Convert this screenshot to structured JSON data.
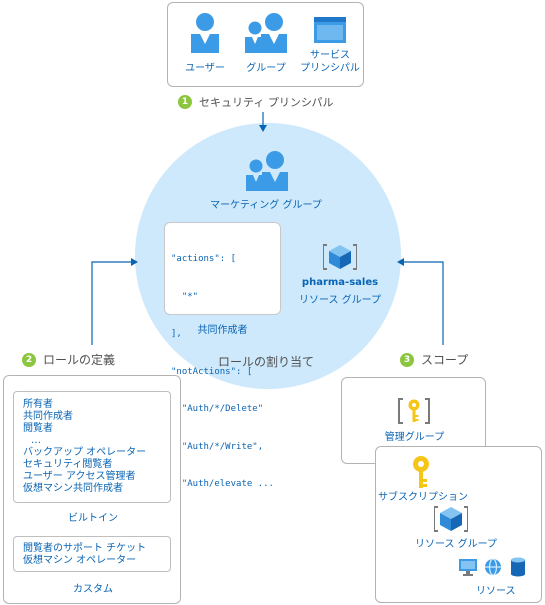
{
  "principals": {
    "user": "ユーザー",
    "group": "グループ",
    "service_principal_line1": "サービス",
    "service_principal_line2": "プリンシパル",
    "caption": "セキュリティ プリンシパル",
    "number": "1"
  },
  "assignment": {
    "group_label": "マーケティング グループ",
    "code_lines": [
      "\"actions\": [",
      "  \"*\"",
      "],",
      "\"notActions\": [",
      "  \"Auth/*/Delete\"",
      "  \"Auth/*/Write\",",
      "  \"Auth/elevate ..."
    ],
    "role_name": "共同作成者",
    "resource_name": "pharma-sales",
    "resource_group_label": "リソース グループ",
    "caption": "ロールの割り当て"
  },
  "role_definition": {
    "number": "2",
    "title": "ロールの定義",
    "builtin_items": [
      "所有者",
      "共同作成者",
      "閲覧者",
      "…",
      "バックアップ オペレーター",
      "セキュリティ閲覧者",
      "ユーザー アクセス管理者",
      "仮想マシン共同作成者"
    ],
    "builtin_label": "ビルトイン",
    "custom_items": [
      "閲覧者のサポート チケット",
      "仮想マシン オペレーター"
    ],
    "custom_label": "カスタム"
  },
  "scope": {
    "number": "3",
    "title": "スコープ",
    "management_group": "管理グループ",
    "subscription": "サブスクリプション",
    "resource_group": "リソース グループ",
    "resources": "リソース"
  },
  "colors": {
    "primary_blue": "#0a64b4",
    "icon_blue": "#3c9be6",
    "circle_fill": "#cde9fb",
    "badge_green": "#8cc63f",
    "key_yellow": "#f5c518"
  }
}
